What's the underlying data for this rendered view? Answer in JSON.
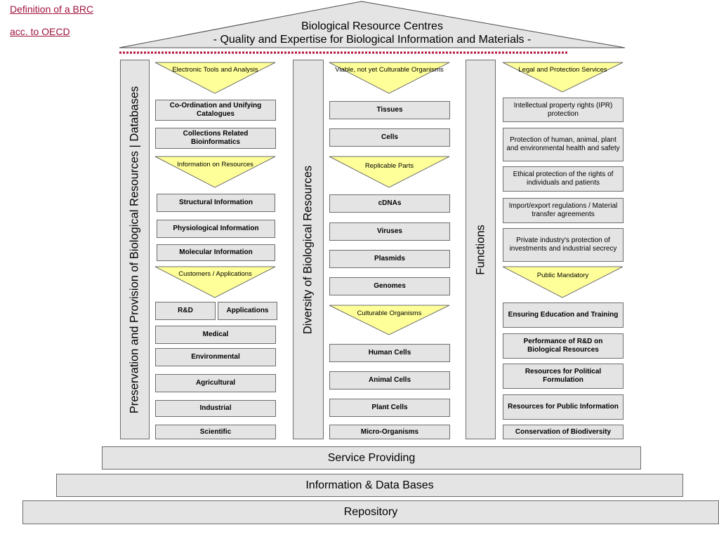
{
  "links": {
    "line1": "Definition of a BRC",
    "line2": "acc. to OECD"
  },
  "roof": {
    "title": "Biological Resource Centres",
    "subtitle": "- Quality and Expertise for Biological Information and Materials -",
    "divider_color": "#b0143c"
  },
  "pillars": {
    "left": "Preservation and Provision of Biological Resources | Databases",
    "middle": "Diversity of Biological Resources",
    "right": "Functions"
  },
  "col1": {
    "tri1": "Electronic Tools and Analysis",
    "box1": "Co-Ordination and Unifying Catalogues",
    "box2": "Collections Related Bioinformatics",
    "tri2": "Information on Resources",
    "box3": "Structural Information",
    "box4": "Physiological Information",
    "box5": "Molecular Information",
    "tri3": "Customers / Applications",
    "rd": "R&D",
    "applications": "Applications",
    "box6": "Medical",
    "box7": "Environmental",
    "box8": "Agricultural",
    "box9": "Industrial",
    "box10": "Scientific"
  },
  "col2": {
    "tri1": "Viable, not yet Culturable Organisms",
    "box1": "Tissues",
    "box2": "Cells",
    "tri2": "Replicable Parts",
    "box3": "cDNAs",
    "box4": "Viruses",
    "box5": "Plasmids",
    "box6": "Genomes",
    "tri3": "Culturable Organisms",
    "box7": "Human Cells",
    "box8": "Animal Cells",
    "box9": "Plant Cells",
    "box10": "Micro-Organisms"
  },
  "col3": {
    "tri1": "Legal and Protection Services",
    "box1": "Intellectual property rights (IPR) protection",
    "box2": "Protection of human, animal, plant and environmental health and safety",
    "box3": "Ethical protection of the rights of individuals and patients",
    "box4": "Import/export regulations  / Material transfer agreements",
    "box5": "Private industry's protection of investments and industrial secrecy",
    "tri2": "Public Mandatory",
    "box6": "Ensuring Education and Training",
    "box7": "Performance of R&D on Biological Resources",
    "box8": "Resources for Political Formulation",
    "box9": "Resources for Public Information",
    "box10": "Conservation of Biodiversity"
  },
  "foundation": {
    "step1": "Service Providing",
    "step2": "Information & Data Bases",
    "step3": "Repository"
  },
  "colors": {
    "box_fill": "#e4e4e4",
    "triangle_fill": "#ffff99",
    "link": "#a0143c"
  }
}
